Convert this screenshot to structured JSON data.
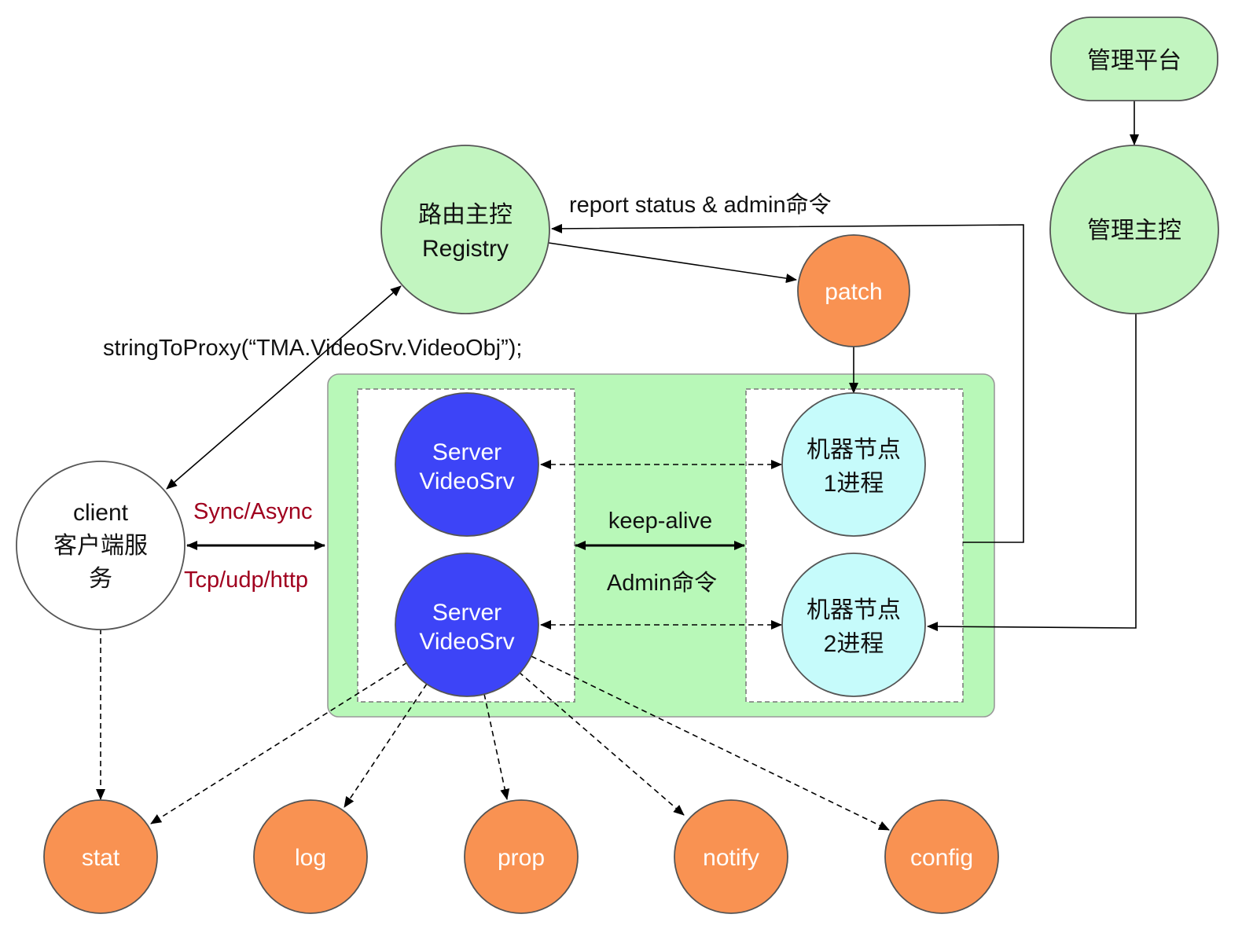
{
  "colors": {
    "green_node": "#c2f5c0",
    "orange_node": "#f99252",
    "blue_node": "#3d44f7",
    "cyan_node": "#c6fbfb",
    "container": "#b8f8b8",
    "red_text": "#a0001e"
  },
  "nodes": {
    "mgmt_platform": "管理平台",
    "mgmt_master": "管理主控",
    "registry_line1": "路由主控",
    "registry_line2": "Registry",
    "patch": "patch",
    "client_line1": "client",
    "client_line2": "客户端服",
    "client_line3": "务",
    "server1_line1": "Server",
    "server1_line2": "VideoSrv",
    "server2_line1": "Server",
    "server2_line2": "VideoSrv",
    "machine1_line1": "机器节点",
    "machine1_line2": "1进程",
    "machine2_line1": "机器节点",
    "machine2_line2": "2进程",
    "stat": "stat",
    "log": "log",
    "prop": "prop",
    "notify": "notify",
    "config": "config"
  },
  "labels": {
    "report": "report status & admin命令",
    "proxy": "stringToProxy(“TMA.VideoSrv.VideoObj”);",
    "sync": "Sync/Async",
    "tcp": "Tcp/udp/http",
    "keepalive": "keep-alive",
    "admin": "Admin命令"
  }
}
